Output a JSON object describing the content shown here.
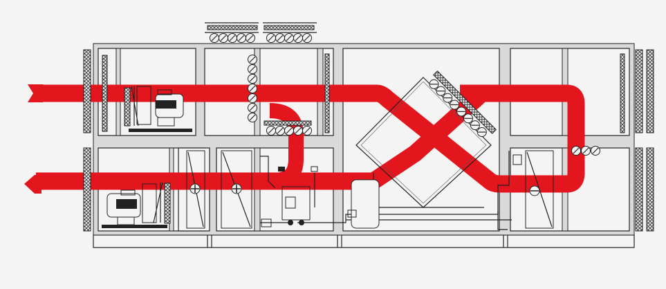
{
  "diagram": {
    "type": "air-handling-unit-schematic",
    "colors": {
      "airflow": "#e3151d",
      "background": "#f4f4f4",
      "line": "#222222",
      "frame": "#d9d9d9"
    },
    "components": [
      "filter-icon",
      "fan-icon",
      "damper-icon",
      "heat-exchanger-icon",
      "coil-icon",
      "compressor-icon",
      "receiver-tank-icon"
    ],
    "airflows": [
      {
        "name": "supply-air",
        "direction": "right"
      },
      {
        "name": "exhaust-air",
        "direction": "left"
      }
    ]
  }
}
